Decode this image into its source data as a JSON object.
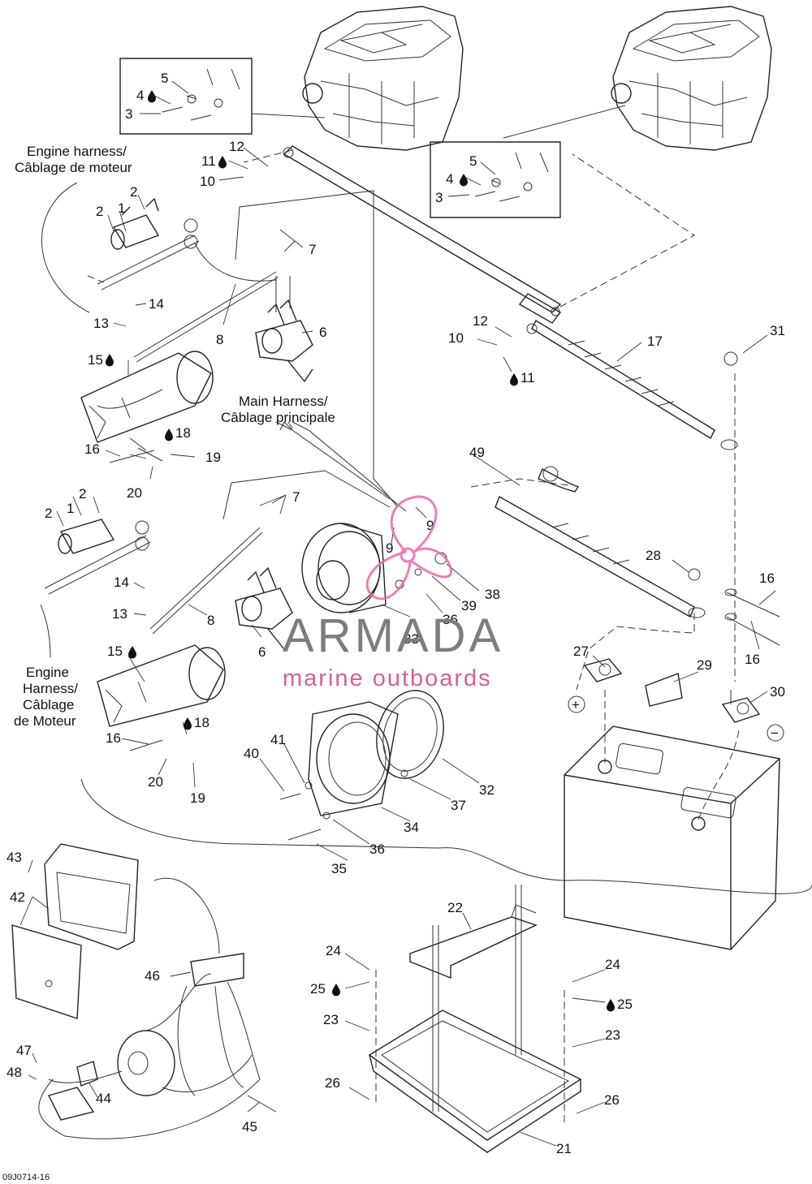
{
  "callouts": {
    "c1": "1",
    "c2": "2",
    "c3": "3",
    "c4": "4",
    "c5": "5",
    "c6": "6",
    "c7": "7",
    "c8": "8",
    "c9": "9",
    "c10": "10",
    "c11": "11",
    "c12": "12",
    "c13": "13",
    "c14": "14",
    "c15": "15",
    "c16": "16",
    "c17": "17",
    "c18": "18",
    "c19": "19",
    "c20": "20",
    "c21": "21",
    "c22": "22",
    "c23": "23",
    "c24": "24",
    "c25": "25",
    "c26": "26",
    "c27": "27",
    "c28": "28",
    "c29": "29",
    "c30": "30",
    "c31": "31",
    "c32": "32",
    "c33": "33",
    "c34": "34",
    "c35": "35",
    "c36": "36",
    "c37": "37",
    "c38": "38",
    "c39": "39",
    "c40": "40",
    "c41": "41",
    "c42": "42",
    "c43": "43",
    "c44": "44",
    "c45": "45",
    "c46": "46",
    "c47": "47",
    "c48": "48",
    "c49": "49"
  },
  "harness_labels": {
    "engine_top_line1": "Engine harness/",
    "engine_top_line2": "Câblage de moteur",
    "main_line1": "Main Harness/",
    "main_line2": "Câblage principale",
    "engine_bottom_line1": "Engine",
    "engine_bottom_line2": "Harness/",
    "engine_bottom_line3": "Câblage",
    "engine_bottom_line4": "de Moteur"
  },
  "polarity": {
    "positive": "+",
    "negative": "−"
  },
  "watermark": {
    "brand": "ARMADA",
    "tagline": "marine outboards",
    "color_brand": "#7d7d7d",
    "color_tagline": "#d45f9a",
    "color_logo": "#e86aa8"
  },
  "figure_code": "09J0714-16",
  "icons": {
    "sealant": "drop-icon"
  }
}
